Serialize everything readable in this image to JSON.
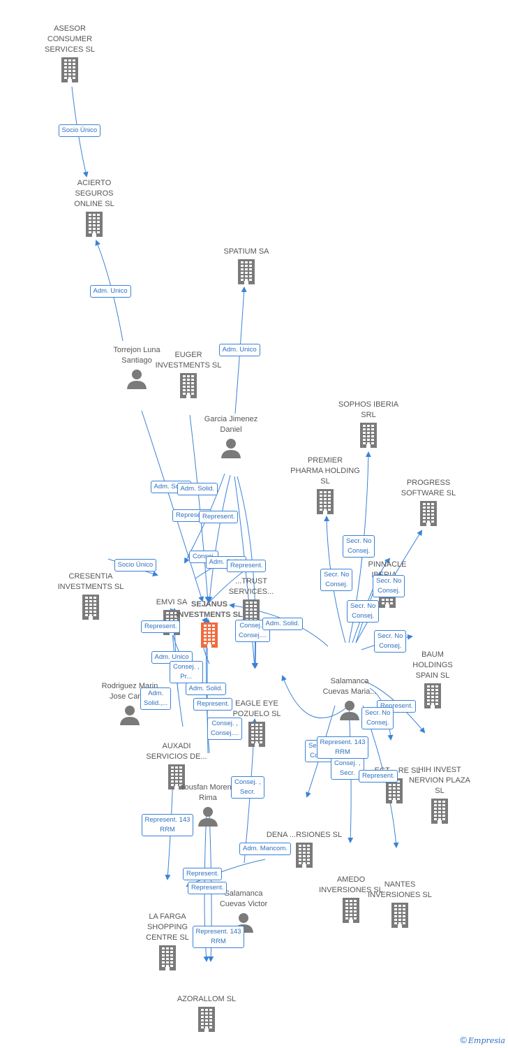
{
  "footer": {
    "brand": "Empresia"
  },
  "colors": {
    "edge": "#3a82d6",
    "icon": "#7a7a7a",
    "focus_icon": "#f26a3e",
    "label": "#2f6fbf"
  },
  "nodes": [
    {
      "id": "asesor",
      "type": "company",
      "label": "ASESOR CONSUMER SERVICES SL"
    },
    {
      "id": "acierto",
      "type": "company",
      "label": "ACIERTO SEGUROS ONLINE SL"
    },
    {
      "id": "spatium",
      "type": "company",
      "label": "SPATIUM SA"
    },
    {
      "id": "torrejon",
      "type": "person",
      "label": "Torrejon Luna Santiago"
    },
    {
      "id": "euger",
      "type": "company",
      "label": "EUGER INVESTMENTS SL"
    },
    {
      "id": "garcia",
      "type": "person",
      "label": "Garcia Jimenez Daniel"
    },
    {
      "id": "sophos",
      "type": "company",
      "label": "SOPHOS IBERIA SRL"
    },
    {
      "id": "premier",
      "type": "company",
      "label": "PREMIER PHARMA HOLDING SL"
    },
    {
      "id": "progress",
      "type": "company",
      "label": "PROGRESS SOFTWARE SL"
    },
    {
      "id": "pinnacle",
      "type": "company",
      "label": "PINNACLE IBERIA..."
    },
    {
      "id": "cresentia",
      "type": "company",
      "label": "CRESENTIA INVESTMENTS SL"
    },
    {
      "id": "emvi",
      "type": "company",
      "label": "EMVI SA"
    },
    {
      "id": "sejanus",
      "type": "focus",
      "label": "SEJANUS INVESTMENTS SL"
    },
    {
      "id": "trust",
      "type": "company",
      "label": "...TRUST SERVICES..."
    },
    {
      "id": "baum",
      "type": "company",
      "label": "BAUM HOLDINGS SPAIN SL"
    },
    {
      "id": "salamaria",
      "type": "person",
      "label": "Salamanca Cuevas Maria..."
    },
    {
      "id": "rodriguez",
      "type": "person",
      "label": "Rodriguez Marin Jose Carlos"
    },
    {
      "id": "eagle",
      "type": "company",
      "label": "EAGLE EYE POZUELO SL"
    },
    {
      "id": "auxadi",
      "type": "company",
      "label": "AUXADI SERVICIOS DE..."
    },
    {
      "id": "hih",
      "type": "company",
      "label": "HIH INVEST NERVION PLAZA SL"
    },
    {
      "id": "select",
      "type": "company",
      "label": "...ECT ...RE SL"
    },
    {
      "id": "yousfan",
      "type": "person",
      "label": "Yousfan Moreno Rima"
    },
    {
      "id": "dena",
      "type": "company",
      "label": "DENA ...RSIONES SL"
    },
    {
      "id": "amedo",
      "type": "company",
      "label": "AMEDO INVERSIONES SL"
    },
    {
      "id": "nantes",
      "type": "company",
      "label": "NANTES INVERSIONES SL"
    },
    {
      "id": "salavictor",
      "type": "person",
      "label": "Salamanca Cuevas Victor"
    },
    {
      "id": "lafarga",
      "type": "company",
      "label": "LA FARGA SHOPPING CENTRE SL"
    },
    {
      "id": "azorallom",
      "type": "company",
      "label": "AZORALLOM SL"
    }
  ],
  "edge_labels": [
    "Socio Único",
    "Adm. Unico",
    "Adm. Unico",
    "Adm. Solid.",
    "Adm. Solid.",
    "Represent.",
    "Represent.",
    "Socio Único",
    "Consej.",
    "Adm. Solid.",
    "Represent.",
    "Represent.",
    "Consej. , Consej....",
    "Adm. Solid.",
    "Secr. No Consej.",
    "Secr. No Consej.",
    "Secr. No Consej.",
    "Secr. No Consej.",
    "Secr. No Consej.",
    "Adm. Unico",
    "Consej. , Pr...",
    "Adm. Solid.,...",
    "Adm. Solid.",
    "Represent.",
    "Consej. , Consej....",
    "Represent.",
    "Secr. No Consej.",
    "Secr. No Consej.",
    "Consej. , Secr.",
    "Represent.",
    "Consej. , Secr.",
    "Represent. 143 RRM",
    "Adm. Mancom.",
    "Represent.",
    "Represent.",
    "Represent. 143 RRM",
    "Represent. 143 RRM"
  ]
}
